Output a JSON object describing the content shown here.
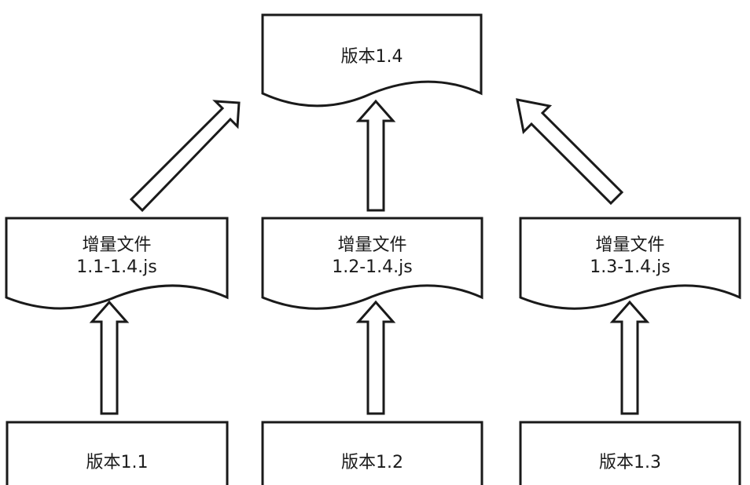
{
  "diagram": {
    "target": {
      "label": "版本1.4"
    },
    "patches": [
      {
        "line1": "增量文件",
        "line2": "1.1-1.4.js"
      },
      {
        "line1": "增量文件",
        "line2": "1.2-1.4.js"
      },
      {
        "line1": "增量文件",
        "line2": "1.3-1.4.js"
      }
    ],
    "sources": [
      {
        "label": "版本1.1"
      },
      {
        "label": "版本1.2"
      },
      {
        "label": "版本1.3"
      }
    ]
  },
  "colors": {
    "stroke": "#1a1a1a",
    "fill": "#ffffff",
    "text": "#1a1a1a"
  }
}
